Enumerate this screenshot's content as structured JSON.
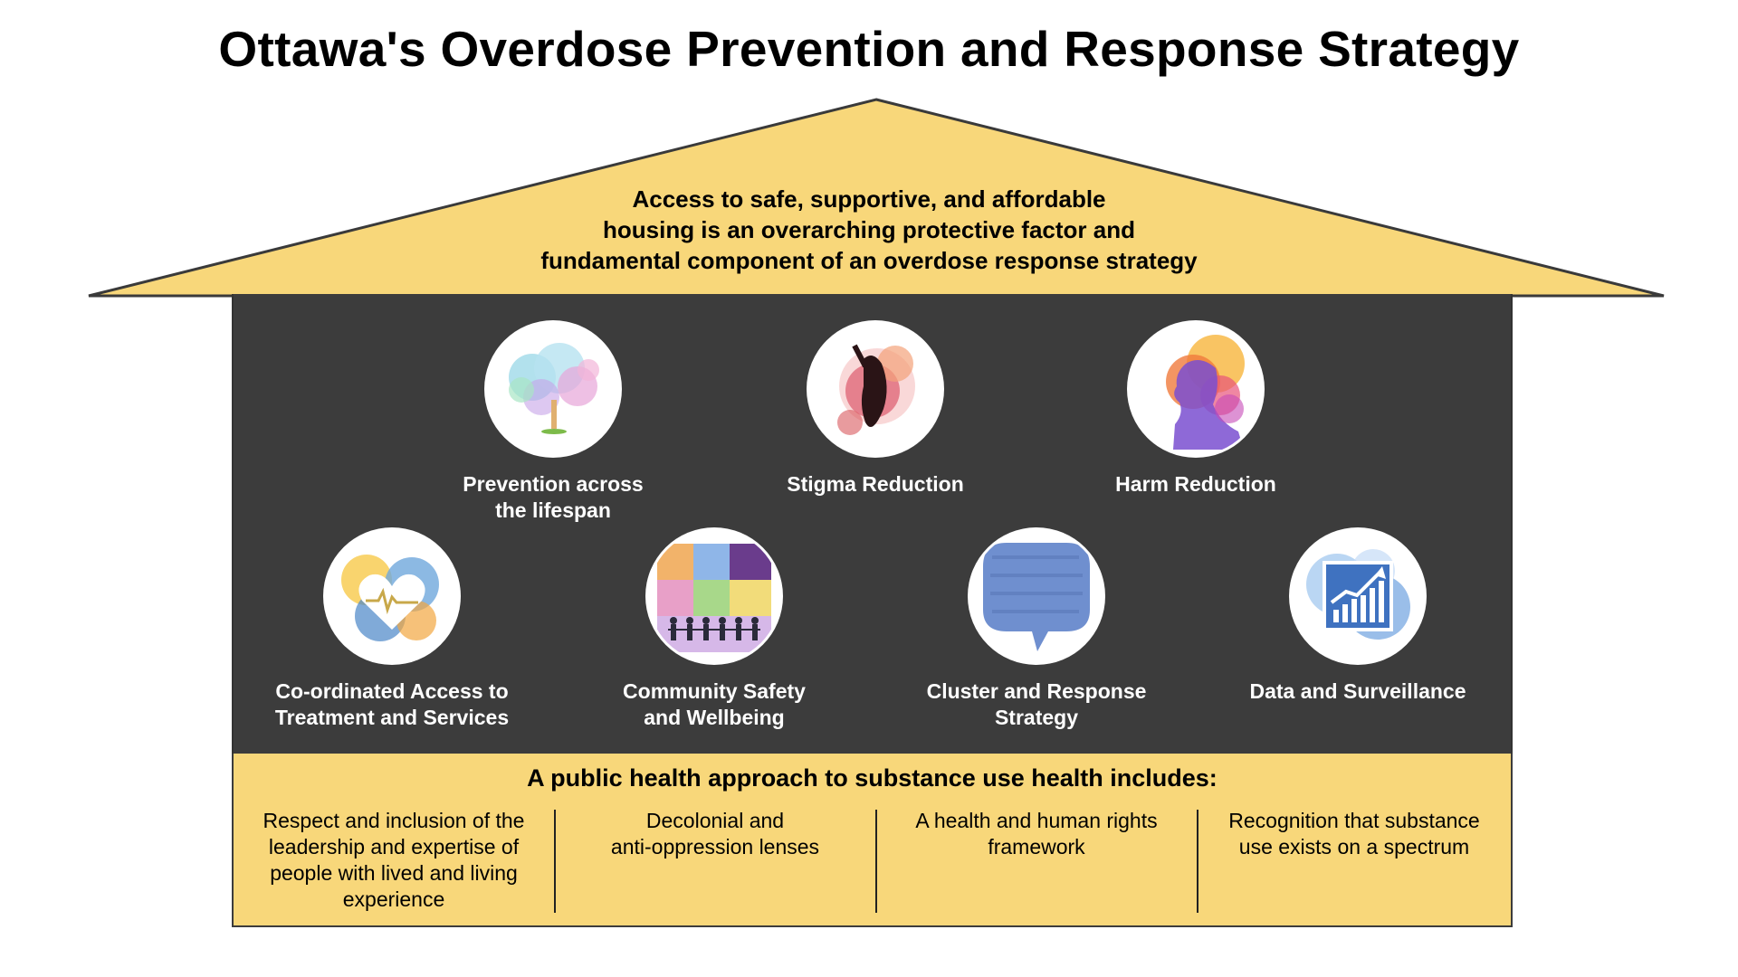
{
  "title": "Ottawa's Overdose Prevention and Response Strategy",
  "roof": {
    "lines": [
      "Access to safe, supportive, and affordable",
      "housing is an overarching protective factor and",
      "fundamental component of an overdose response strategy"
    ],
    "color": "#f8d77a"
  },
  "pillars_top": [
    {
      "icon": "watercolor-tree-icon",
      "lines": [
        "Prevention across",
        "the lifespan"
      ]
    },
    {
      "icon": "watercolor-figure-icon",
      "lines": [
        "Stigma Reduction"
      ]
    },
    {
      "icon": "watercolor-head-profile-icon",
      "lines": [
        "Harm Reduction"
      ]
    }
  ],
  "pillars_bottom": [
    {
      "icon": "watercolor-heart-icon",
      "lines": [
        "Co-ordinated Access to",
        "Treatment and Services"
      ]
    },
    {
      "icon": "watercolor-community-icon",
      "lines": [
        "Community Safety",
        "and Wellbeing"
      ]
    },
    {
      "icon": "speech-bubble-icon",
      "lines": [
        "Cluster and Response",
        "Strategy"
      ]
    },
    {
      "icon": "growth-chart-icon",
      "lines": [
        "Data and Surveillance"
      ]
    }
  ],
  "base": {
    "heading": "A public health approach to substance use health includes:",
    "columns": [
      {
        "lines": [
          "Respect and inclusion of the",
          "leadership and expertise of",
          "people with lived and living",
          "experience"
        ]
      },
      {
        "lines": [
          "Decolonial and",
          "anti-oppression lenses"
        ]
      },
      {
        "lines": [
          "A health and human rights",
          "framework"
        ]
      },
      {
        "lines": [
          "Recognition that substance",
          "use exists on a spectrum"
        ]
      }
    ]
  },
  "colors": {
    "body": "#3c3c3c",
    "accent": "#f8d77a"
  }
}
